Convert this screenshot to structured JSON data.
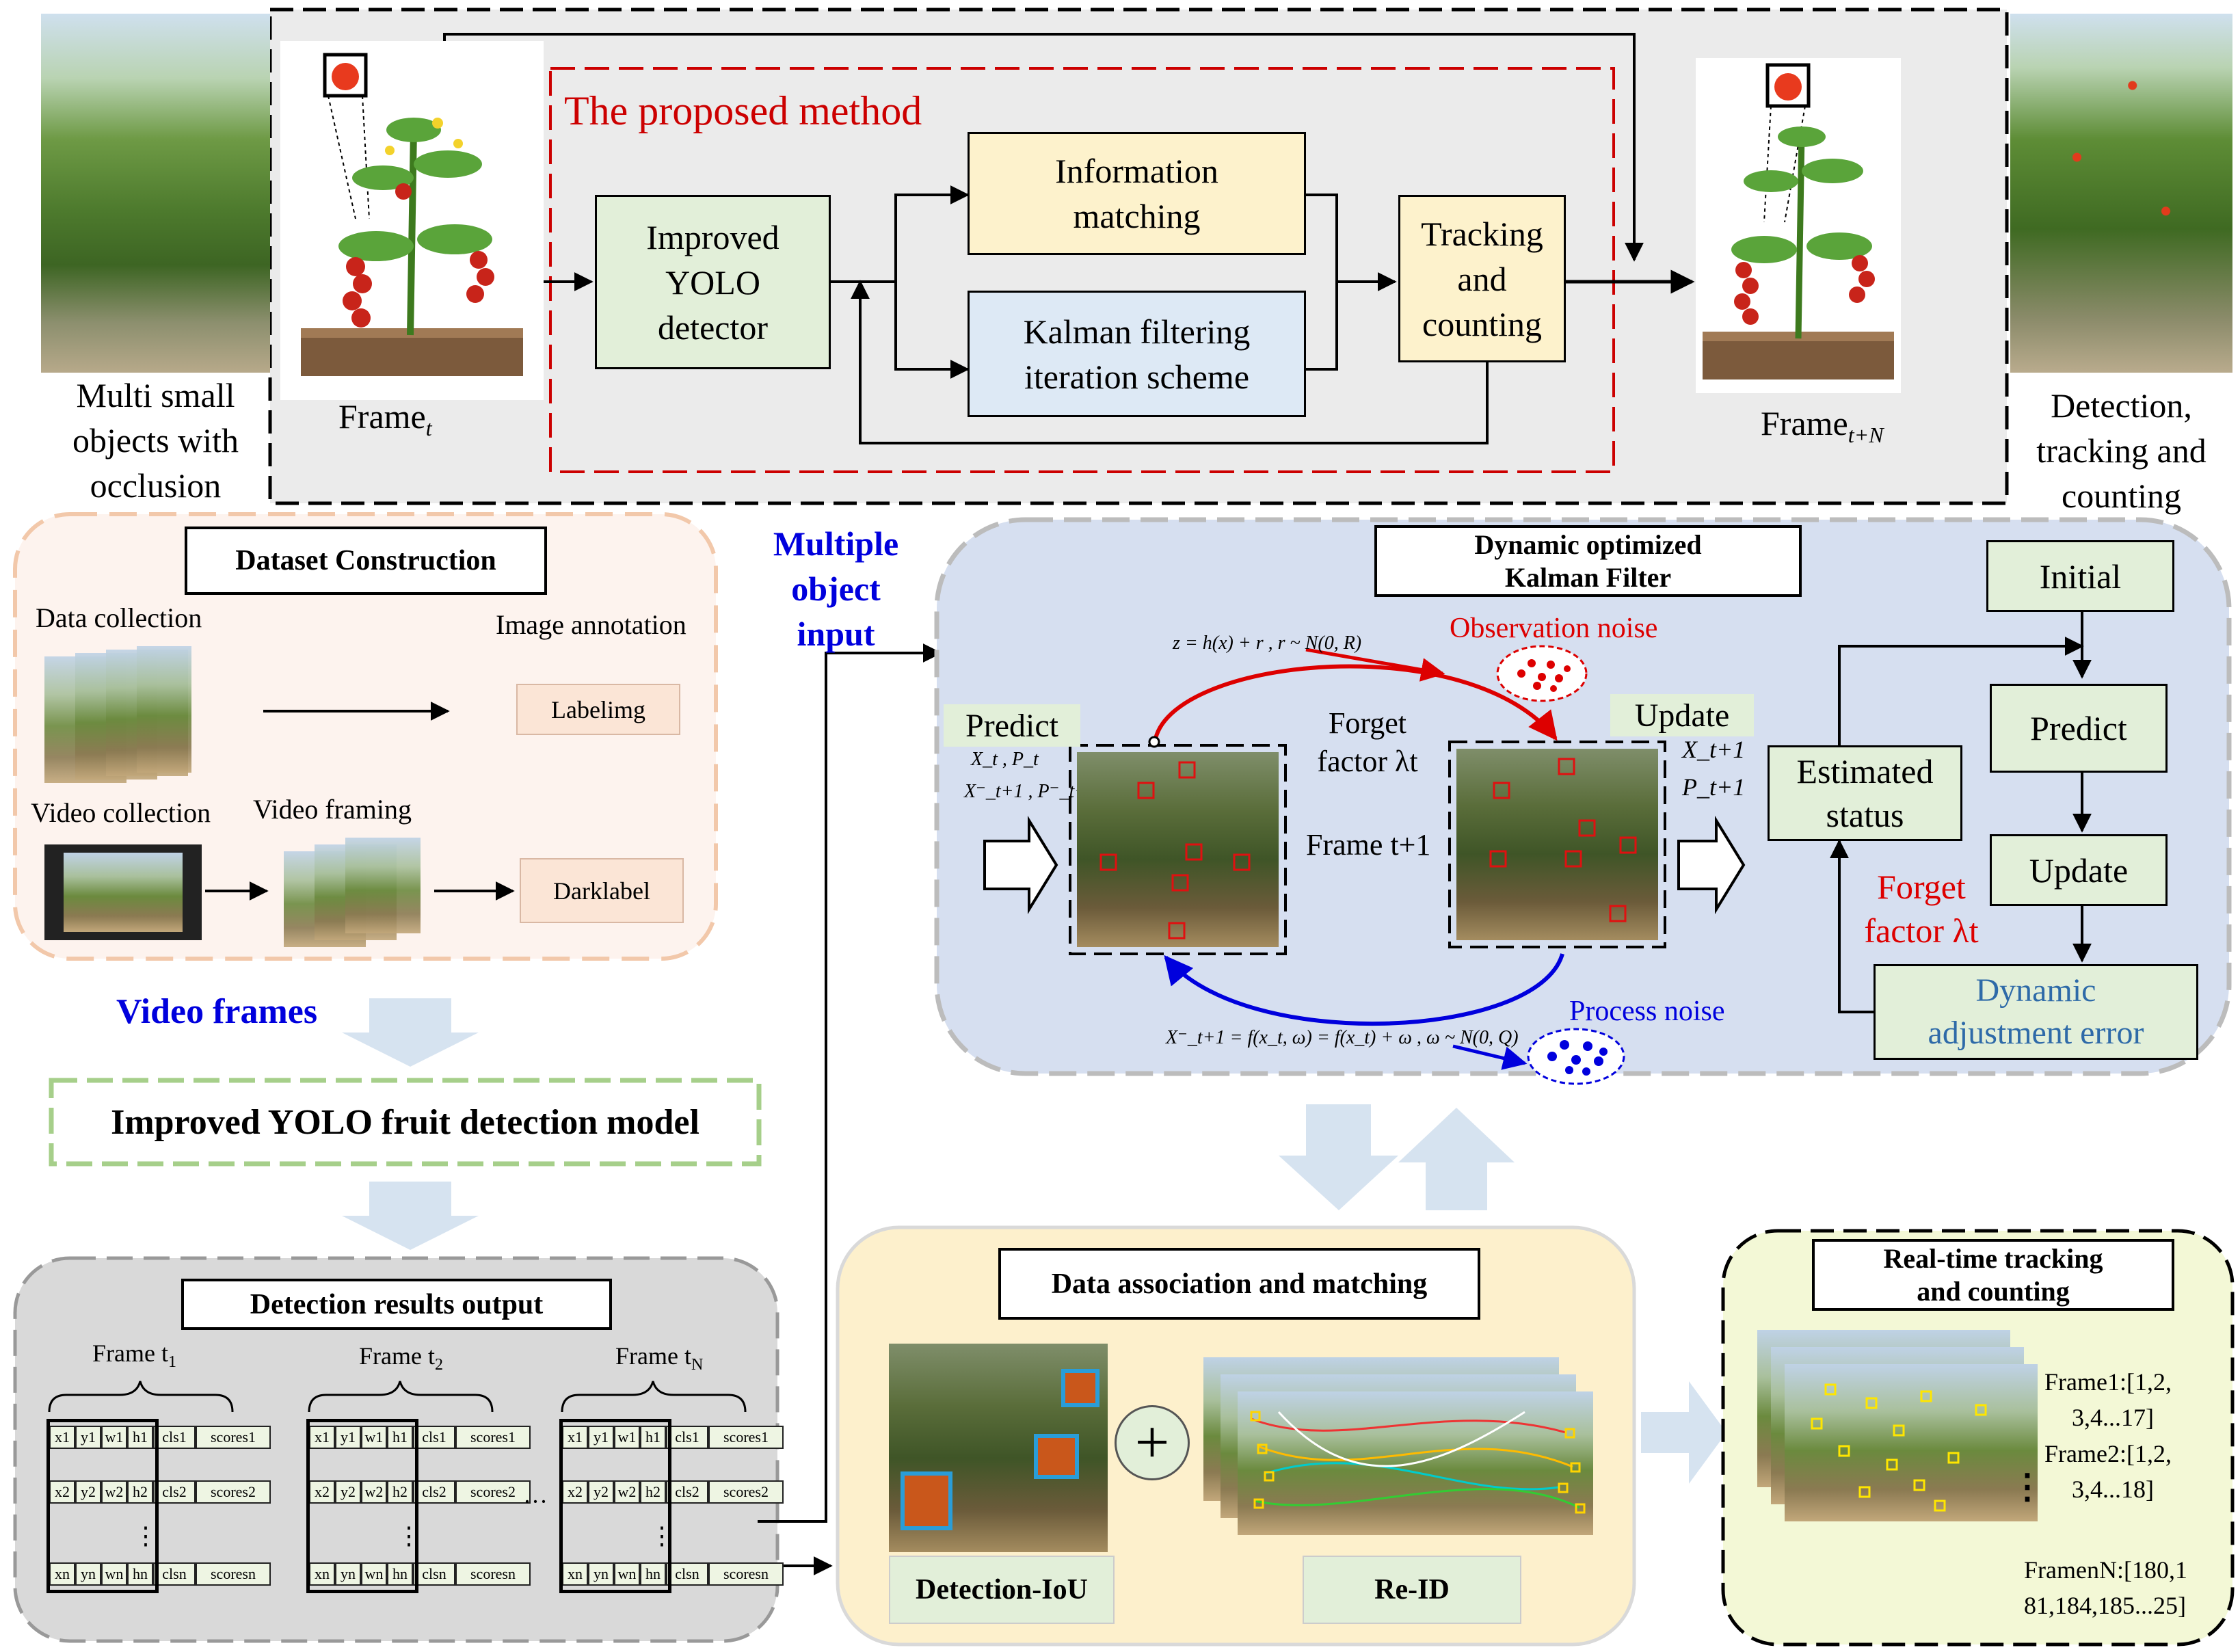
{
  "top": {
    "left_caption": [
      "Multi small",
      "objects with",
      "occlusion"
    ],
    "right_caption": [
      "Detection,",
      "tracking and",
      "counting"
    ],
    "method_title": "The proposed method",
    "frame_t_label": "Frame",
    "frame_t_sub": "t",
    "frame_tn_label": "Frame",
    "frame_tn_sub": "t+N",
    "detector": [
      "Improved",
      "YOLO",
      "detector"
    ],
    "info_matching": [
      "Information",
      "matching"
    ],
    "kalman_scheme": [
      "Kalman filtering",
      "iteration scheme"
    ],
    "tracking_counting": [
      "Tracking",
      "and",
      "counting"
    ]
  },
  "dataset": {
    "title": "Dataset Construction",
    "data_collection": "Data collection",
    "image_annotation": "Image annotation",
    "labelimg": "Labelimg",
    "video_collection": "Video collection",
    "video_framing": "Video framing",
    "darklabel": "Darklabel"
  },
  "video_frames": "Video frames",
  "yolo_model": "Improved YOLO fruit detection model",
  "detection_output": {
    "title": "Detection results output",
    "frames": [
      {
        "name": "Frame t",
        "sub": "1"
      },
      {
        "name": "Frame t",
        "sub": "2"
      },
      {
        "name": "Frame t",
        "sub": "N"
      }
    ],
    "ellipsis_h": "···",
    "ellipsis_v": "⋮",
    "row_first": [
      "x1",
      "y1",
      "w1",
      "h1",
      "cls1",
      "scores1"
    ],
    "row_second": [
      "x2",
      "y2",
      "w2",
      "h2",
      "cls2",
      "scores2"
    ],
    "row_last": [
      "xn",
      "yn",
      "wn",
      "hn",
      "clsn",
      "scoresn"
    ]
  },
  "multi_input": [
    "Multiple",
    "object",
    "input"
  ],
  "kalman": {
    "title": [
      "Dynamic optimized",
      "Kalman Filter"
    ],
    "obs_eq": "z = h(x) + r , r ~ N(0, R)",
    "obs_noise": "Observation noise",
    "predict": "Predict",
    "update": "Update",
    "pred_vars1": "X_t , P_t",
    "pred_vars2": "X⁻_t+1 , P⁻_t+1",
    "forget": [
      "Forget",
      "factor λt"
    ],
    "frame_t1": "Frame t+1",
    "upd_vars1": "X_t+1",
    "upd_vars2": "P_t+1",
    "proc_eq": "X⁻_t+1 = f(x_t, ω) = f(x_t) + ω , ω ~ N(0, Q)",
    "proc_noise": "Process noise",
    "initial": "Initial",
    "predict2": "Predict",
    "update2": "Update",
    "estimated": [
      "Estimated",
      "status"
    ],
    "forget_red": [
      "Forget",
      "factor λt"
    ],
    "dyn_adjust": [
      "Dynamic",
      "adjustment error"
    ]
  },
  "association": {
    "title": "Data association and matching",
    "plus": "+",
    "iou": "Detection-IoU",
    "reid": "Re-ID"
  },
  "realtime": {
    "title": [
      "Real-time tracking",
      "and counting"
    ],
    "frame1": [
      "Frame1:[1,2,",
      "3,4...17]"
    ],
    "frame2": [
      "Frame2:[1,2,",
      "3,4...18]"
    ],
    "framen": [
      "FramenN:[180,1",
      "81,184,185...25]"
    ],
    "dots": "⋮"
  },
  "colors": {
    "red": "#cc0000",
    "blue": "#0000dd",
    "kalman_bg": "#d6dff0",
    "dataset_bg": "#fdf3ee",
    "assoc_bg": "#fdf0cc",
    "realtime_bg": "#f3f8d6",
    "detect_bg": "#d9d9d9",
    "green_box": "#e2efd9",
    "yellow_box": "#fdf2cc",
    "blue_box": "#dde9f5"
  }
}
